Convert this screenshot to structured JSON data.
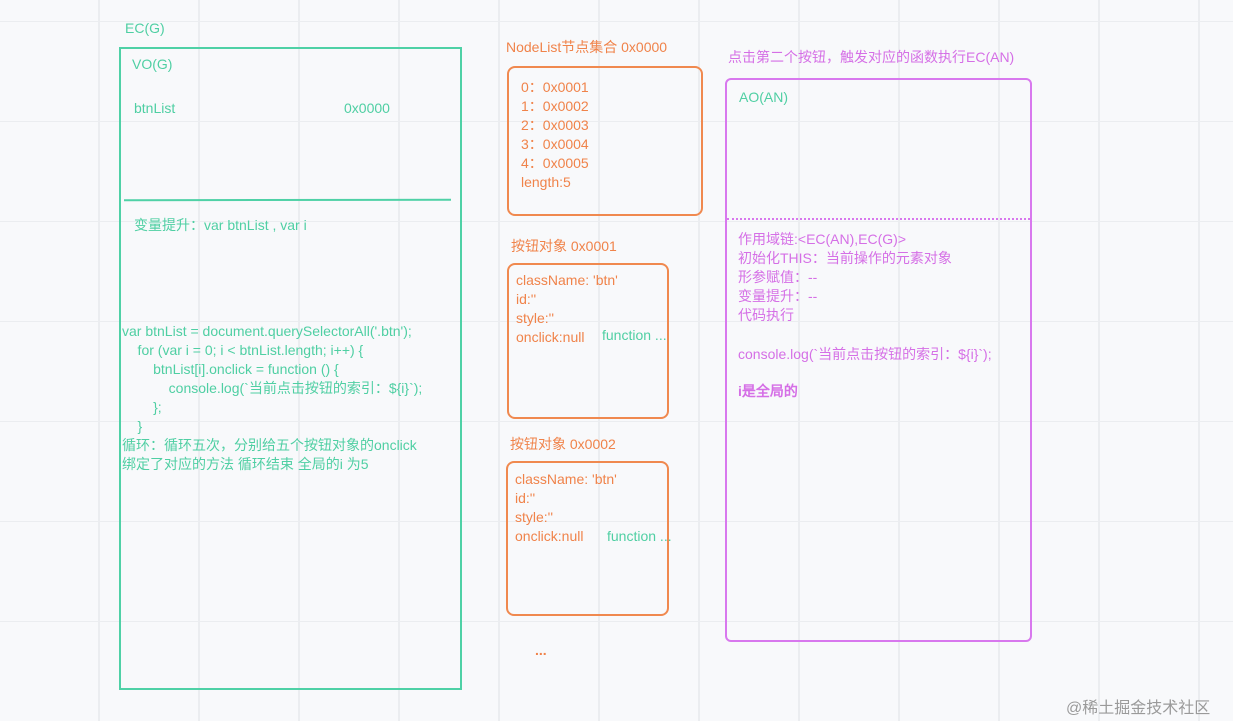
{
  "global_ec": {
    "title": "EC(G)",
    "vo_title": "VO(G)",
    "variable_name": "btnList",
    "variable_value": "0x0000",
    "hoisting": "变量提升：var btnList , var i",
    "code_lines": [
      "var btnList = document.querySelectorAll('.btn');",
      "    for (var i = 0; i < btnList.length; i++) {",
      "        btnList[i].onclick = function () {",
      "            console.log(`当前点击按钮的索引：${i}`);",
      "        };",
      "    }"
    ],
    "loop_note_line1": "循环：循环五次，分别给五个按钮对象的onclick",
    "loop_note_line2": "绑定了对应的方法 循环结束 全局的i 为5"
  },
  "nodelist": {
    "title": "NodeList节点集合 0x0000",
    "items": [
      "0：0x0001",
      "1：0x0002",
      "2：0x0003",
      "3：0x0004",
      "4：0x0005",
      "length:5"
    ]
  },
  "button_objects": [
    {
      "title": "按钮对象 0x0001",
      "className": "className: 'btn'",
      "id": "id:''",
      "style": "style:''",
      "onclick": "onclick:null",
      "onclick_value": "function ..."
    },
    {
      "title": "按钮对象 0x0002",
      "className": "className: 'btn'",
      "id": "id:''",
      "style": "style:''",
      "onclick": "onclick:null",
      "onclick_value": "function ..."
    }
  ],
  "ellipsis": "...",
  "function_ec": {
    "title": "点击第二个按钮，触发对应的函数执行EC(AN)",
    "ao_title": "AO(AN)",
    "steps": [
      "作用域链:<EC(AN),EC(G)>",
      "初始化THIS：当前操作的元素对象",
      "形参赋值：--",
      "变量提升：--",
      "代码执行"
    ],
    "code": "console.log(`当前点击按钮的索引：${i}`);",
    "note": "i是全局的"
  },
  "watermark": "@稀土掘金技术社区",
  "colors": {
    "global": "#4fcfa3",
    "object": "#f0834a",
    "function": "#d56fe6",
    "background": "#f8f9fb"
  }
}
